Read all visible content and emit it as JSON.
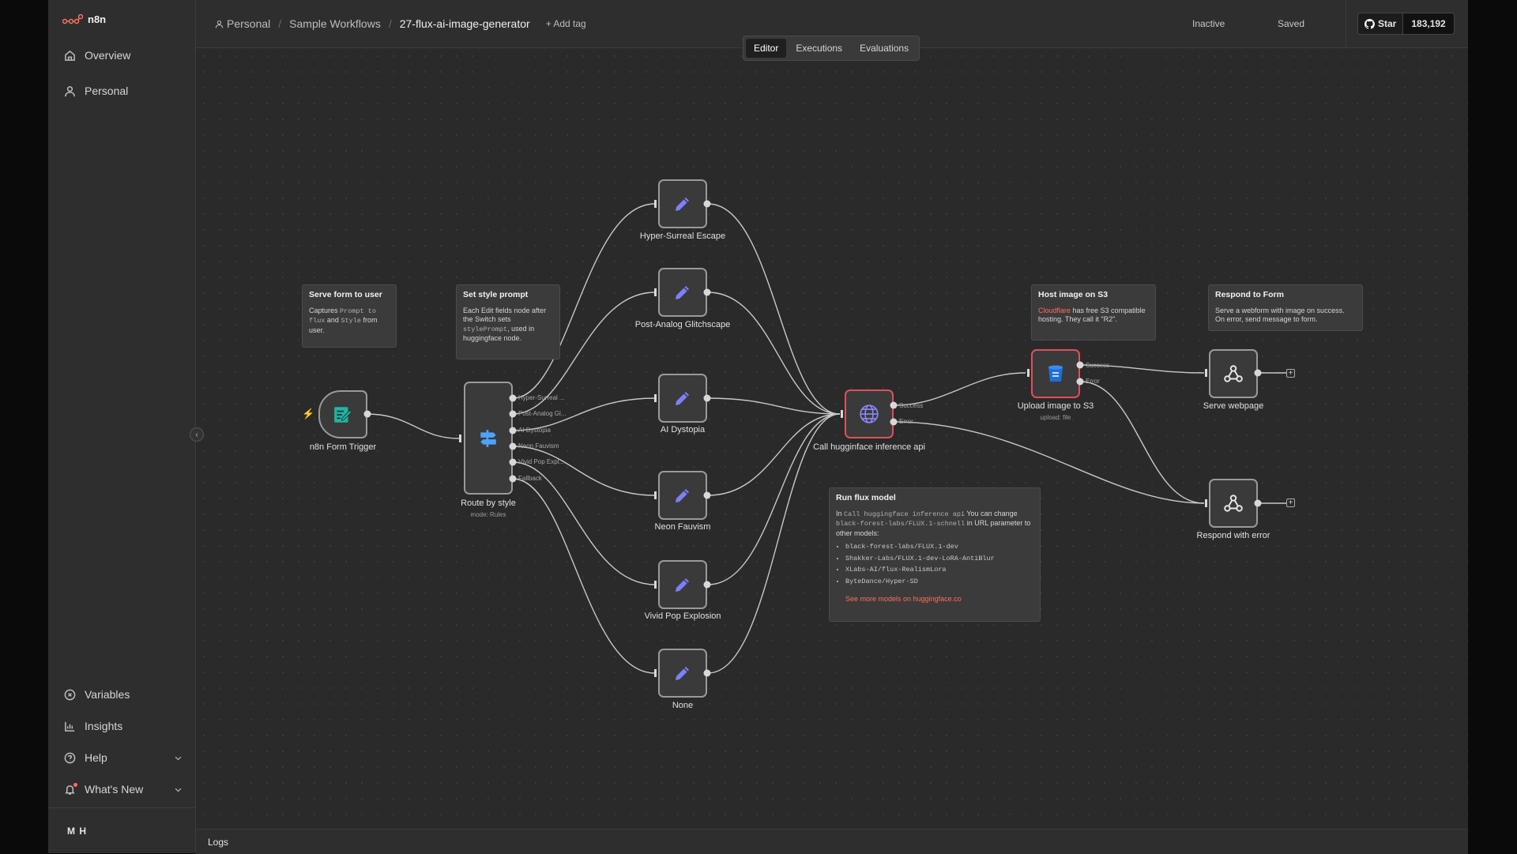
{
  "sidebar": {
    "brand": "n8n",
    "nav": {
      "overview": "Overview",
      "personal": "Personal"
    },
    "bottom": {
      "variables": "Variables",
      "insights": "Insights",
      "help": "Help",
      "whats_new": "What's New"
    },
    "user_initials": "M H"
  },
  "header": {
    "breadcrumb": [
      "Personal",
      "Sample Workflows",
      "27-flux-ai-image-generator"
    ],
    "add_tag": "+ Add tag",
    "status": "Inactive",
    "save_state": "Saved",
    "github": {
      "star_label": "Star",
      "count": "183,192"
    }
  },
  "tabs": {
    "editor": "Editor",
    "executions": "Executions",
    "evaluations": "Evaluations",
    "active": "Editor"
  },
  "nodes": {
    "form_trigger": "n8n Form Trigger",
    "route": {
      "name": "Route by style",
      "sub": "mode: Rules"
    },
    "hyper": "Hyper-Surreal Escape",
    "post": "Post-Analog Glitchscape",
    "dystopia": "AI Dystopia",
    "neon": "Neon Fauvism",
    "vivid": "Vivid Pop Explosion",
    "none": "None",
    "call": "Call hugginface inference api",
    "upload": {
      "name": "Upload image to S3",
      "sub": "upload: file"
    },
    "serve": "Serve webpage",
    "respond_err": "Respond with error"
  },
  "ports": {
    "route": [
      "Hyper-Surreal ...",
      "Post-Analog Gl...",
      "AI Dystopia",
      "Neon Fauvism",
      "Vivid Pop Expl...",
      "Fallback"
    ],
    "call": [
      "Success",
      "Error"
    ],
    "upload": [
      "Success",
      "Error"
    ]
  },
  "notes": {
    "serve_form": {
      "title": "Serve form to user",
      "t1": "Captures ",
      "c1": "Prompt to flux",
      "t2": " and ",
      "c2": "Style",
      "t3": " from user."
    },
    "set_style": {
      "title": "Set style prompt",
      "t1": "Each Edit fields node after the Switch sets ",
      "c1": "stylePrompt",
      "t2": ", used in huggingface node."
    },
    "host": {
      "title": "Host image on S3",
      "link": "Cloudflare",
      "t1": " has free S3 compatible hosting. They call it \"R2\"."
    },
    "respond": {
      "title": "Respond to Form",
      "t1": "Serve a webform with image on success. On error, send message to form."
    },
    "flux": {
      "title": "Run flux model",
      "t1": "In ",
      "c1": "Call huggingface inference api",
      "t2": " You can change ",
      "c2": "black-forest-labs/FLUX.1-schnell",
      "t3": " in URL parameter to other models:",
      "models": [
        "black-forest-labs/FLUX.1-dev",
        "Shakker-Labs/FLUX.1-dev-LoRA-AntiBlur",
        "XLabs-AI/flux-RealismLora",
        "ByteDance/Hyper-SD"
      ],
      "link": "See more models on huggingface.co"
    }
  },
  "logs": "Logs",
  "colors": {
    "accent": "#ff6d5a",
    "edit_icon": "#7f7ffc",
    "form_icon": "#1fb5a3",
    "s3_icon": "#1e6fd9"
  }
}
